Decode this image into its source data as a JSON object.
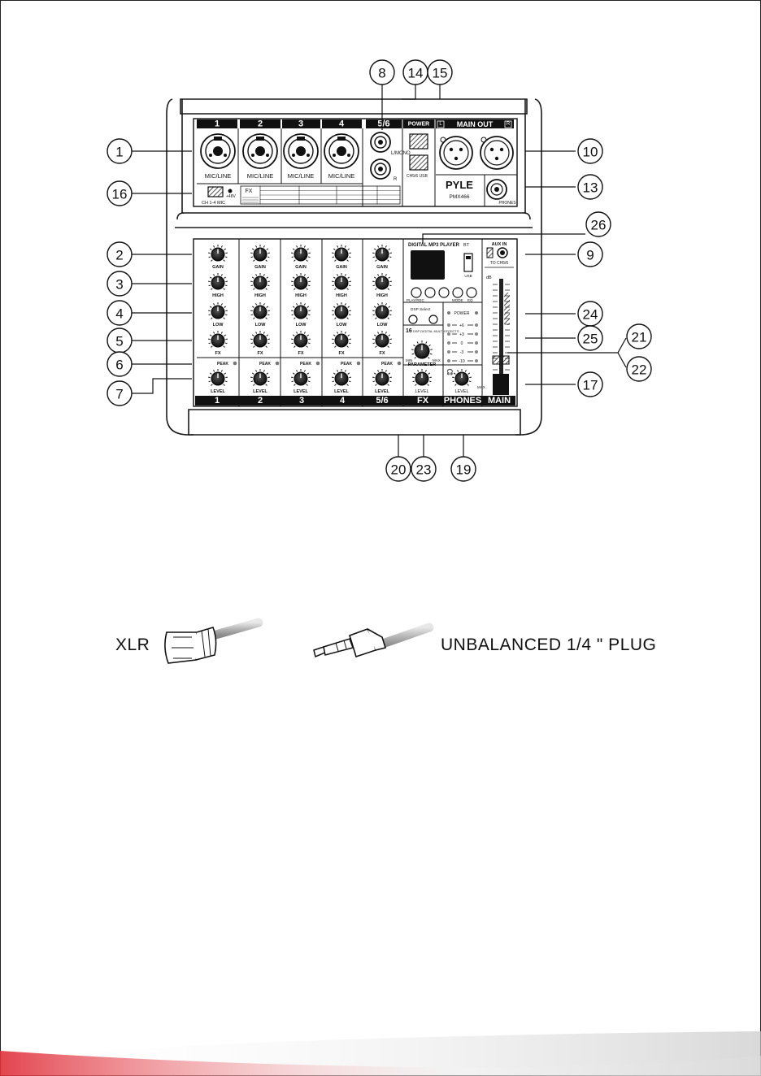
{
  "callouts": [
    "1",
    "2",
    "3",
    "4",
    "5",
    "6",
    "7",
    "8",
    "9",
    "10",
    "13",
    "14",
    "15",
    "16",
    "17",
    "19",
    "20",
    "21",
    "22",
    "23",
    "24",
    "25",
    "26"
  ],
  "mixer": {
    "brand": "PYLE",
    "model": "PMX466",
    "power_label": "POWER",
    "main_out_label": "MAIN OUT",
    "main_out_left": "L",
    "main_out_right": "R",
    "top_channels": [
      "1",
      "2",
      "3",
      "4",
      "5/6"
    ],
    "bottom_channels": [
      "1",
      "2",
      "3",
      "4",
      "5/6",
      "FX",
      "PHONES",
      "MAIN"
    ],
    "mic_line_label": "MIC/LINE",
    "mono_label": "L/MONO",
    "r_label": "R",
    "ch56_usb_label": "CH5/6 USB",
    "phantom_label": "+48V",
    "phantom_sub": "CH 1-4 MIC",
    "phones_label": "PHONES",
    "fx_box_label": "FX",
    "gain_label": "GAIN",
    "high_label": "HIGH",
    "low_label": "LOW",
    "fx_label": "FX",
    "peak_label": "PEAK",
    "level_label": "LEVEL",
    "player_title": "DIGITAL MP3 PLAYER",
    "bt_label": "BT",
    "usb_label": "USB",
    "play_label": "PLAY/REC",
    "mode_label": "MODE",
    "eq_label": "EQ",
    "dsp_select": "DSP Select",
    "dsp_effects": "DSP DIGITAL MULTI EFFECTS",
    "dsp_number": "16",
    "parameter_label": "PARAMETER",
    "min_label": "MIN",
    "max_label": "MAX",
    "aux_in": "AUX IN",
    "to_ch56": "TO CH5/6",
    "db_label": "dB",
    "meter_labels": [
      "POWER",
      "+6",
      "+3",
      "0",
      "-3",
      "-10"
    ]
  },
  "plugs": {
    "xlr_label": "XLR",
    "quarter_label": "UNBALANCED 1/4 \" PLUG"
  }
}
